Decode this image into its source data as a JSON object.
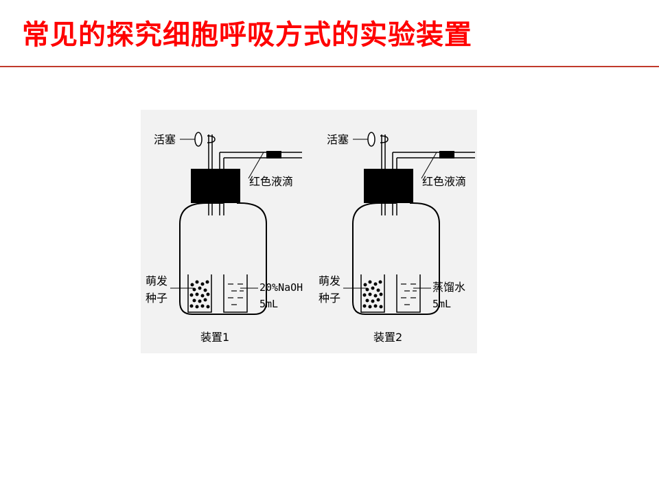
{
  "slide": {
    "title": "常见的探究细胞呼吸方式的实验装置",
    "title_color": "#ff0000",
    "rule_color": "#c0392b"
  },
  "apparatus": [
    {
      "caption": "装置1",
      "stopcock_label": "活塞",
      "droplet_label": "红色液滴",
      "seeds_label_line1": "萌发",
      "seeds_label_line2": "种子",
      "liquid_label_line1": "20%NaOH",
      "liquid_label_line2": "5mL"
    },
    {
      "caption": "装置2",
      "stopcock_label": "活塞",
      "droplet_label": "红色液滴",
      "seeds_label_line1": "萌发",
      "seeds_label_line2": "种子",
      "liquid_label_line1": "蒸馏水",
      "liquid_label_line2": "5mL"
    }
  ],
  "colors": {
    "ink": "#000000",
    "panel_bg": "#f2f2f2"
  }
}
